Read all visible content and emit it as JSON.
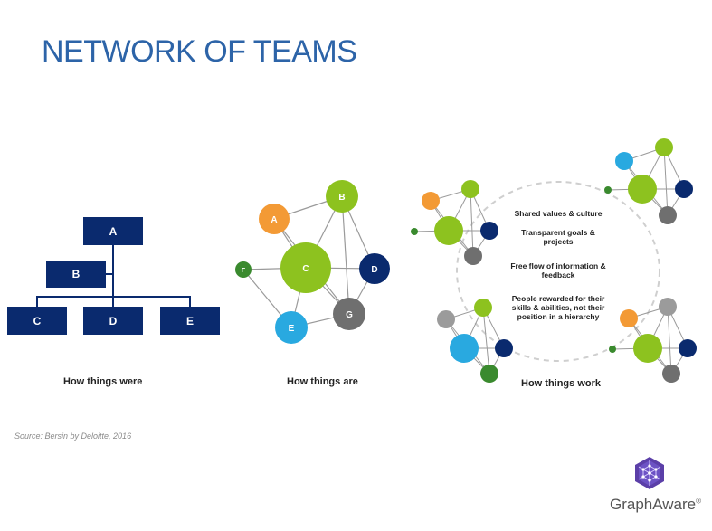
{
  "slide": {
    "title": "NETWORK OF TEAMS",
    "source": "Source: Bersin by Deloitte, 2016",
    "brand": "GraphAware",
    "brand_mark": "®"
  },
  "panels": {
    "were": {
      "caption": "How things were",
      "boxes": [
        "A",
        "B",
        "C",
        "D",
        "E"
      ]
    },
    "are": {
      "caption": "How things are",
      "nodes": [
        "A",
        "B",
        "C",
        "D",
        "E",
        "F",
        "G"
      ]
    },
    "work": {
      "caption": "How things work",
      "lines": [
        "Shared values & culture",
        "Transparent goals & projects",
        "Free flow of information & feedback",
        "People rewarded for their skills & abilities, not their position in a hierarchy"
      ]
    }
  },
  "colors": {
    "title": "#2d64a8",
    "navy": "#0a2a6e",
    "green_light": "#8dc21f",
    "green_dark": "#3a8a2e",
    "orange": "#f39a35",
    "blue": "#29a9e0",
    "gray": "#6f6f6f",
    "gray_light": "#9b9b9b"
  }
}
